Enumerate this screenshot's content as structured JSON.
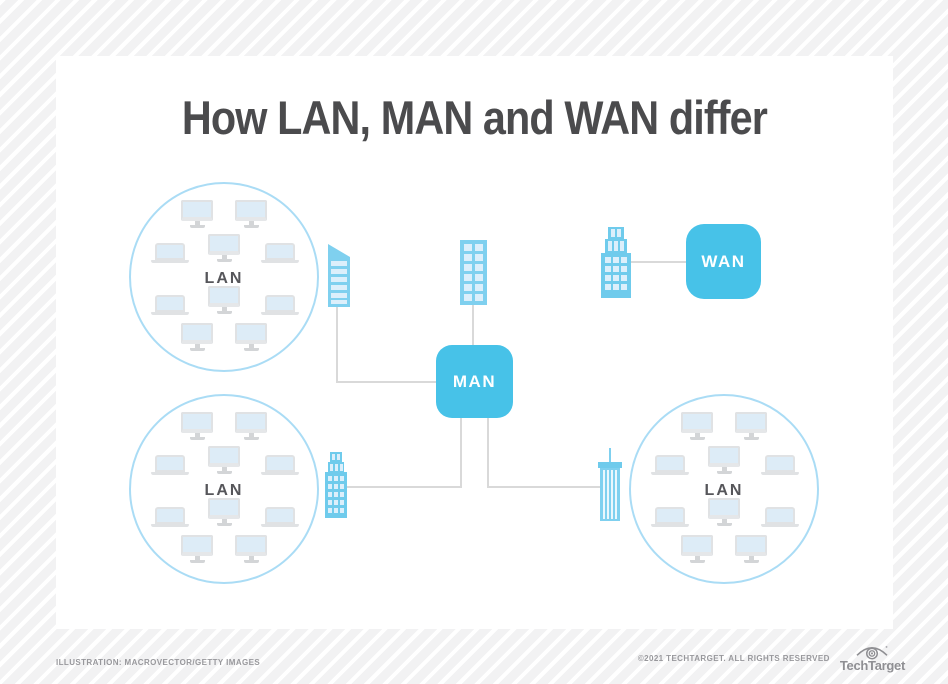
{
  "title": "How LAN, MAN and WAN differ",
  "diagram": {
    "man": {
      "label": "MAN"
    },
    "wan": {
      "label": "WAN"
    },
    "clusters": [
      {
        "label": "LAN",
        "position": "top-left"
      },
      {
        "label": "LAN",
        "position": "bottom-left"
      },
      {
        "label": "LAN",
        "position": "bottom-right"
      }
    ],
    "device_layout": [
      "monitor",
      "monitor",
      "laptop",
      "monitor",
      "laptop",
      "laptop",
      "monitor",
      "laptop",
      "monitor",
      "monitor"
    ],
    "building_icons": [
      "slab-building-icon",
      "office-tower-icon",
      "stepped-skyscraper-icon",
      "stepped-skyscraper-icon",
      "striped-tower-icon"
    ]
  },
  "footer": {
    "credit": "ILLUSTRATION: MACROVECTOR/GETTY IMAGES",
    "copyright": "©2021 TECHTARGET. ALL RIGHTS RESERVED",
    "brand": "TechTarget"
  },
  "colors": {
    "accent_blue": "#47c2e8",
    "building_blue": "#7fd0ef",
    "building_blue_deep": "#6fcbec",
    "window_blue": "#dceffb",
    "circle_border": "#aadcf5",
    "connector_gray": "#d9d9d9",
    "title_gray": "#4b4b4d",
    "footer_gray": "#98989c"
  }
}
